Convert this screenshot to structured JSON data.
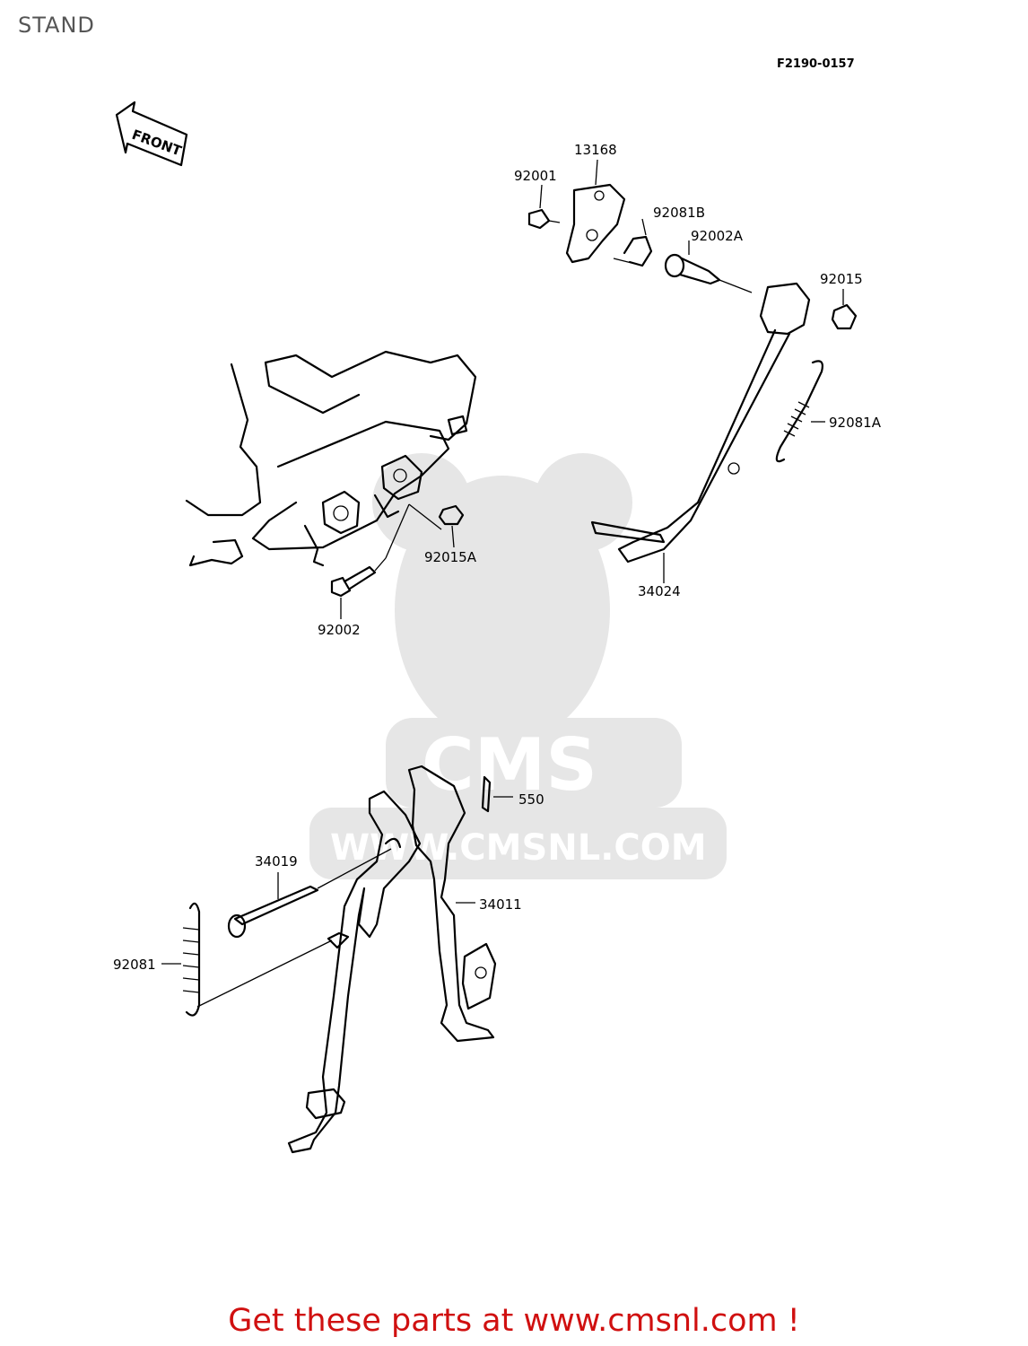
{
  "header": {
    "title": "STAND",
    "diagram_code": "F2190-0157"
  },
  "front_arrow": {
    "label": "FRONT"
  },
  "watermark": {
    "logo_text": "CMS",
    "url_text": "WWW.CMSNL.COM"
  },
  "parts": [
    {
      "number": "13168"
    },
    {
      "number": "92001"
    },
    {
      "number": "92081B"
    },
    {
      "number": "92002A"
    },
    {
      "number": "92015"
    },
    {
      "number": "92081A"
    },
    {
      "number": "34024"
    },
    {
      "number": "92015A"
    },
    {
      "number": "92002"
    },
    {
      "number": "550"
    },
    {
      "number": "34019"
    },
    {
      "number": "34011"
    },
    {
      "number": "92081"
    }
  ],
  "footer": {
    "link_text": "Get these parts at www.cmsnl.com !",
    "color": "#d01010"
  }
}
